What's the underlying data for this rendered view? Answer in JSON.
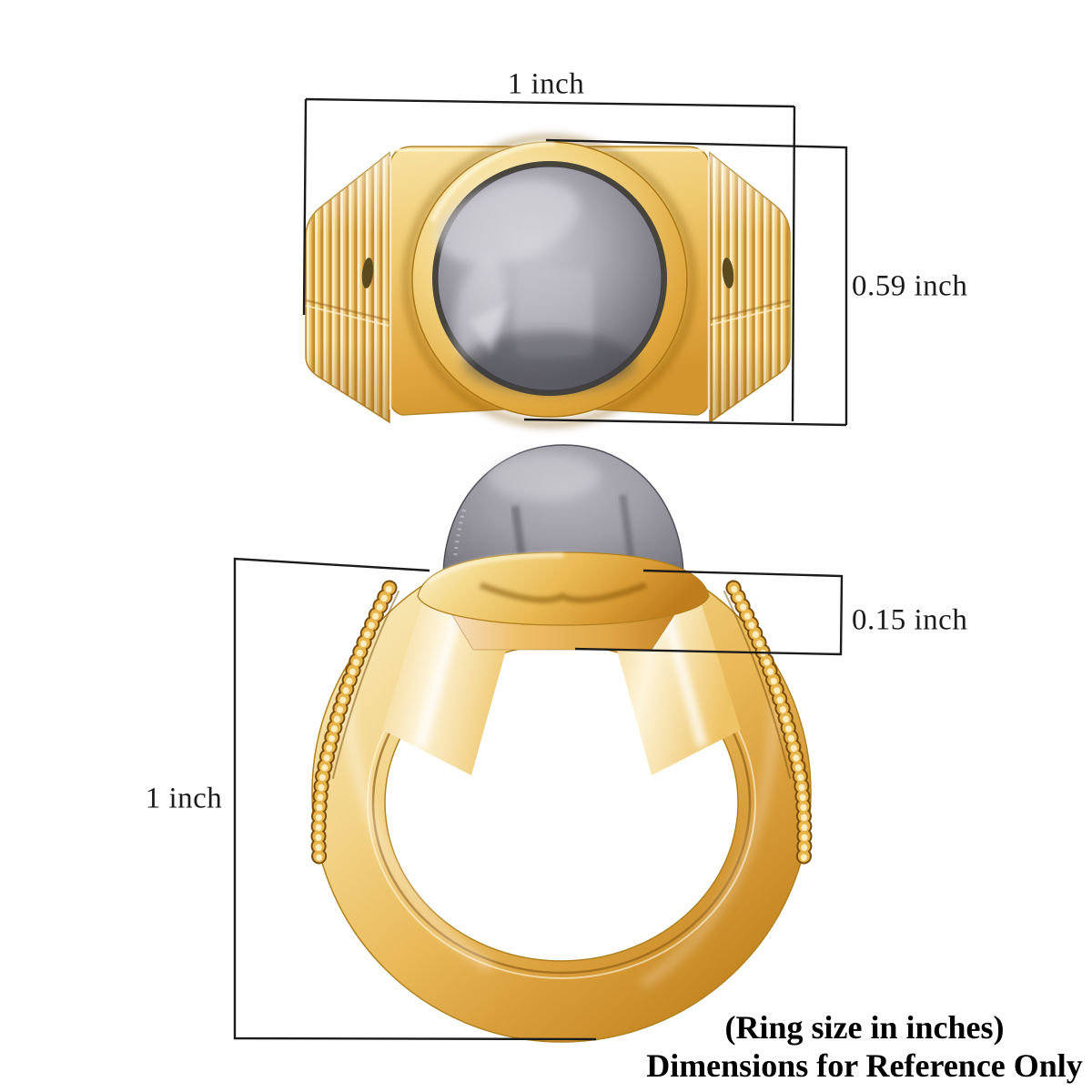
{
  "image": {
    "description": "Gold ring with gray cabochon stone shown in front and profile views with measurement annotations",
    "background": "#ffffff"
  },
  "dimensions": {
    "top_view": {
      "width_label": "1 inch",
      "height_label": "0.59 inch"
    },
    "side_view": {
      "bezel_label": "0.15 inch",
      "height_label": "1 inch"
    }
  },
  "footnote": {
    "line1": "(Ring size in inches)",
    "line2": "Dimensions for Reference Only"
  },
  "colors": {
    "gold": "#e9bc5f",
    "gold_deep": "#c08428",
    "gold_highlight": "#fdf3d9",
    "stone_gray": "#96959e",
    "stone_gray_dark": "#55545c",
    "stone_gray_light": "#c9c8cf",
    "annotation_line": "#1b1b1b"
  }
}
